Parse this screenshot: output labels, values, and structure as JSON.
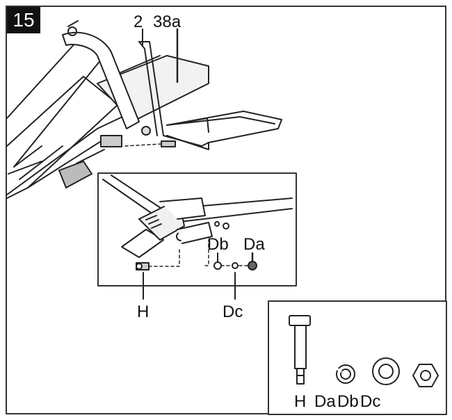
{
  "step": {
    "number": "15"
  },
  "callouts": {
    "top_part_a": "2",
    "top_part_b": "38a",
    "inset_db": "Db",
    "inset_da": "Da",
    "inset_h": "H",
    "inset_dc": "Dc"
  },
  "hardware_legend": {
    "label_h": "H",
    "label_da": "Da",
    "label_db": "Db",
    "label_dc": "Dc"
  }
}
